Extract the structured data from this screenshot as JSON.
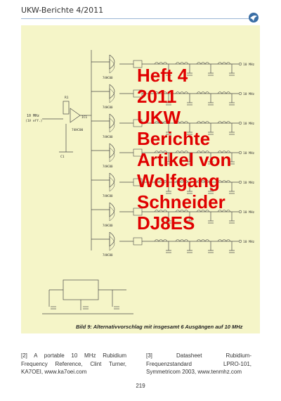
{
  "header": {
    "title": "UKW-Berichte 4/2011"
  },
  "logo": {
    "icon": "globe-logo-icon"
  },
  "schematic": {
    "input_label": "10 MHz",
    "input_sub": "(1V eff.)",
    "output_label": "10 MHz",
    "ic_label": "74HC00",
    "input_ic": "IC1",
    "input_res": "R1",
    "input_cap": "C1"
  },
  "overlay": {
    "lines": [
      "Heft 4",
      "2011",
      "UKW",
      "Berichte",
      "Artikel von",
      "Wolfgang",
      "Schneider",
      "DJ8ES"
    ]
  },
  "figure": {
    "caption": "Bild 9: Alternativvorschlag mit insgesamt 6 Ausgängen auf 10 MHz"
  },
  "references": {
    "left": "[2] A portable 10 MHz Rubidium Frequency Reference, Clint Turner, KA7OEI, www.ka7oei.com",
    "right": "[3] Datasheet Rubidium-Frequenzstandard LPRO-101, Symmetricom 2003, www.tenmhz.com"
  },
  "page": {
    "number": "219"
  },
  "colors": {
    "accent": "#9bb7d4",
    "panel": "#f5f5c8",
    "overlay_text": "#e00000"
  }
}
